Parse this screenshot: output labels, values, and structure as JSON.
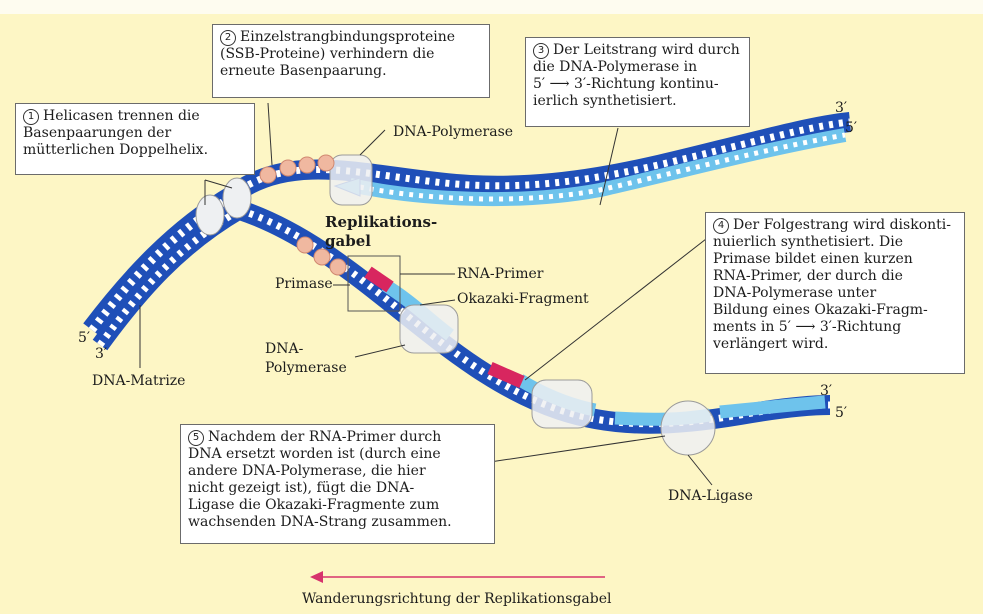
{
  "colors": {
    "background": "#fdf6c5",
    "template_strand": "#1f4fb8",
    "new_strand": "#6ec3ec",
    "rna_primer": "#d8265f",
    "enzyme": "#eef0f2",
    "ssb_protein": "#f0b8a0",
    "arrow": "#d6336c"
  },
  "callouts": {
    "c1": {
      "num": "1",
      "text": "Helicasen trennen die\nBasenpaarungen der\nmütterlichen Doppelhelix."
    },
    "c2": {
      "num": "2",
      "text": "Einzelstrangbindungsproteine\n(SSB-Proteine) verhindern die\nerneute Basenpaarung."
    },
    "c3": {
      "num": "3",
      "text": "Der Leitstrang wird durch\ndie DNA-Polymerase in\n5′ ⟶ 3′-Richtung kontinu-\nierlich synthetisiert."
    },
    "c4": {
      "num": "4",
      "text": "Der Folgestrang wird diskonti-\nnuierlich synthetisiert. Die\nPrimase bildet einen kurzen\nRNA-Primer, der durch die\nDNA-Polymerase unter\nBildung eines Okazaki-Fragm-\nments in 5′ ⟶ 3′-Richtung\nverlängert wird."
    },
    "c5": {
      "num": "5",
      "text": "Nachdem der RNA-Primer durch\nDNA ersetzt worden ist (durch eine\nandere DNA-Polymerase, die hier\nnicht gezeigt ist), fügt die DNA-\nLigase die Okazaki-Fragmente zum\nwachsenden DNA-Strang zusammen."
    }
  },
  "labels": {
    "dna_polymerase_top": "DNA-Polymerase",
    "replication_fork": "Replikations-\ngabel",
    "rna_primer": "RNA-Primer",
    "primase": "Primase",
    "okazaki": "Okazaki-Fragment",
    "dna_polymerase_mid": "DNA-\nPolymerase",
    "dna_template": "DNA-Matrize",
    "dna_ligase": "DNA-Ligase",
    "direction": "Wanderungsrichtung der Replikationsgabel",
    "left_5": "5′",
    "left_3": "3′",
    "top_3": "3′",
    "top_5": "5′",
    "bottom_3": "3′",
    "bottom_5": "5′"
  }
}
